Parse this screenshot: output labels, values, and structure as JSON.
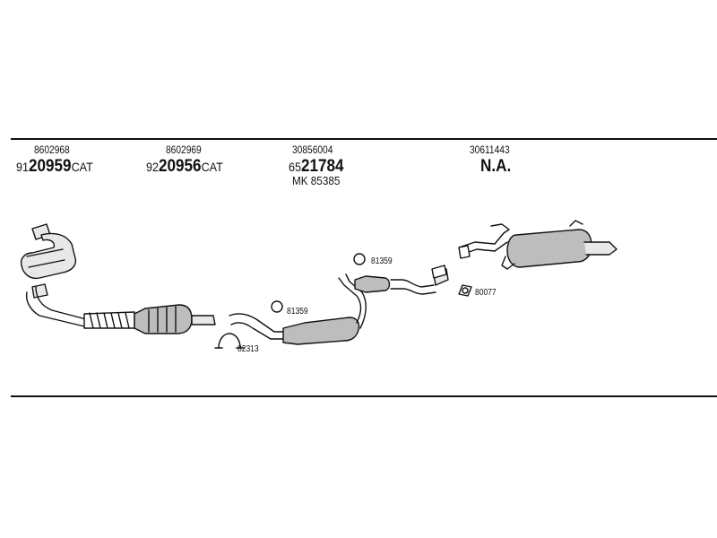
{
  "header": {
    "groups": [
      {
        "ref": "8602968",
        "code_prefix": "91",
        "code_main": "20959",
        "code_suffix": "CAT"
      },
      {
        "ref": "8602969",
        "code_prefix": "92",
        "code_main": "20956",
        "code_suffix": "CAT"
      },
      {
        "ref": "30856004",
        "code_prefix": "65",
        "code_main": "21784",
        "code_suffix": "",
        "extra": "MK 85385"
      },
      {
        "ref": "30611443",
        "code_prefix": "",
        "code_main": "N.A.",
        "code_suffix": ""
      }
    ]
  },
  "parts": {
    "clamp_81359_a": "81359",
    "clamp_81359_b": "81359",
    "clamp_82313": "82313",
    "ring_80077": "80077"
  },
  "colors": {
    "line": "#111111",
    "fill_light": "#e8e8e8",
    "fill_mid": "#bdbdbd"
  }
}
